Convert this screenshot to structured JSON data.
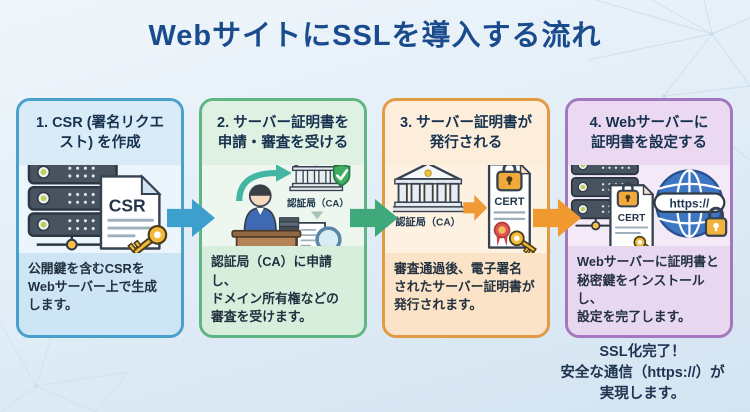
{
  "title": "WebサイトにSSLを導入する流れ",
  "steps": [
    {
      "header": "1. CSR (署名リクエ\nスト) を作成",
      "caption": "公開鍵を含むCSRを\nWebサーバー上で生成\nします。",
      "icon": "server-csr-document-key",
      "labels": {
        "doc": "CSR"
      },
      "accent": "#4aa0cd"
    },
    {
      "header": "2. サーバー証明書を\n申請・審査を受ける",
      "caption": "認証局（CA）に申請し、\nドメイン所有権などの\n審査を受けます。",
      "icon": "applicant-desk-ca-review",
      "labels": {
        "ca": "認証局（CA）"
      },
      "accent": "#5fb584"
    },
    {
      "header": "3. サーバー証明書が\n発行される",
      "caption": "審査通過後、電子署名\nされたサーバー証明書が\n発行されます。",
      "icon": "ca-issues-certificate",
      "labels": {
        "ca": "認証局（CA）",
        "doc": "CERT"
      },
      "accent": "#e39a45"
    },
    {
      "header": "4. Webサーバーに\n証明書を設定する",
      "caption": "Webサーバーに証明書と\n秘密鍵をインストールし、\n設定を完了します。",
      "icon": "server-certificate-https-globe",
      "labels": {
        "doc": "CERT",
        "url": "https://"
      },
      "accent": "#a478be"
    }
  ],
  "footer_note": "SSL化完了！\n安全な通信（https://）が\n実現します。",
  "colors": {
    "title_text": "#1a4b8c",
    "body_text": "#1e3350",
    "background_top": "#f0f6fb",
    "background_bottom": "#d3e4f1",
    "arrow_blue": "#3c9fce",
    "arrow_green": "#3fa97c",
    "arrow_orange": "#f0992e",
    "panel1": {
      "border": "#4aa0cd",
      "header_bg": "#d8ebf7",
      "icon_bg": "#ebf5fb",
      "caption_bg": "#cde5f4"
    },
    "panel2": {
      "border": "#5fb584",
      "header_bg": "#def1e3",
      "icon_bg": "#edf7f0",
      "caption_bg": "#d7eedd"
    },
    "panel3": {
      "border": "#e39a45",
      "header_bg": "#fdeedb",
      "icon_bg": "#fdf1e2",
      "caption_bg": "#fbe3c8"
    },
    "panel4": {
      "border": "#a478be",
      "header_bg": "#ead9f0",
      "icon_bg": "#f3e9f7",
      "caption_bg": "#e7d7ef"
    }
  }
}
